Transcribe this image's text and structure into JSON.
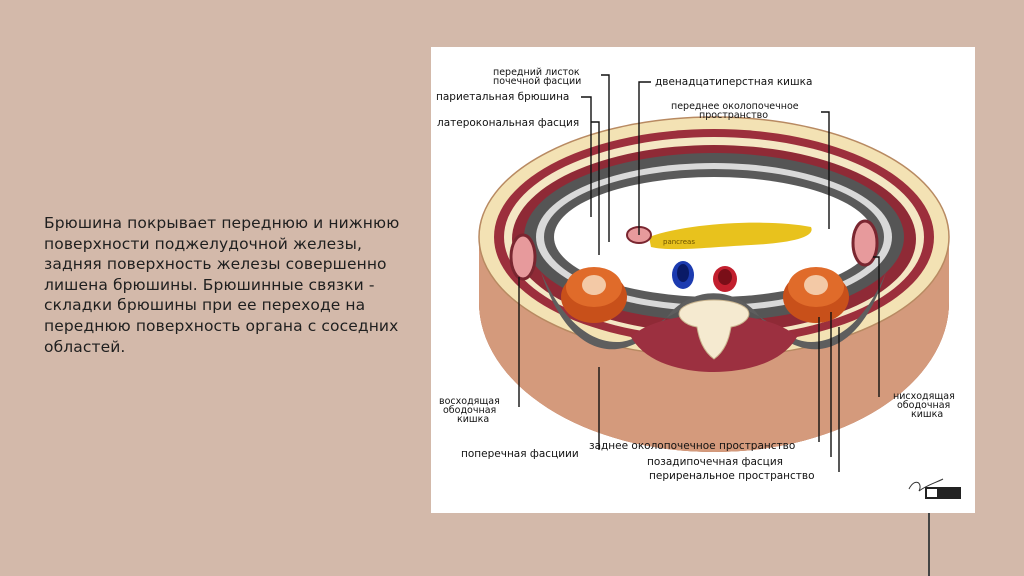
{
  "slide": {
    "paragraph": "Брюшина покрывает переднюю и нижнюю поверхности поджелудочной железы, задняя поверхность железы совершенно лишена брюшины. Брюшинные связки - складки брюшины при ее переходе на переднюю поверхность органа с соседних областей."
  },
  "figure": {
    "labels": {
      "anterior_renal_fascia_1": "передний листок",
      "anterior_renal_fascia_2": "почечной фасции",
      "parietal_peritoneum": "париетальная брюшина",
      "lateroconal_fascia": "латерокональная фасция",
      "duodenum": "двенадцатиперстная кишка",
      "anterior_pararenal_1": "переднее околопочечное",
      "anterior_pararenal_2": "пространство",
      "pancreas": "pancreas",
      "ascending_colon_1": "восходящая",
      "ascending_colon_2": "ободочная",
      "ascending_colon_3": "кишка",
      "descending_colon_1": "нисходящая",
      "descending_colon_2": "ободочная",
      "descending_colon_3": "кишка",
      "transversalis_fascia": "поперечная фасциии",
      "posterior_pararenal": "заднее околопочечное пространство",
      "retrorenal_fascia": "позадипочечная фасция",
      "perirenal_space": "периренальное пространство"
    }
  }
}
